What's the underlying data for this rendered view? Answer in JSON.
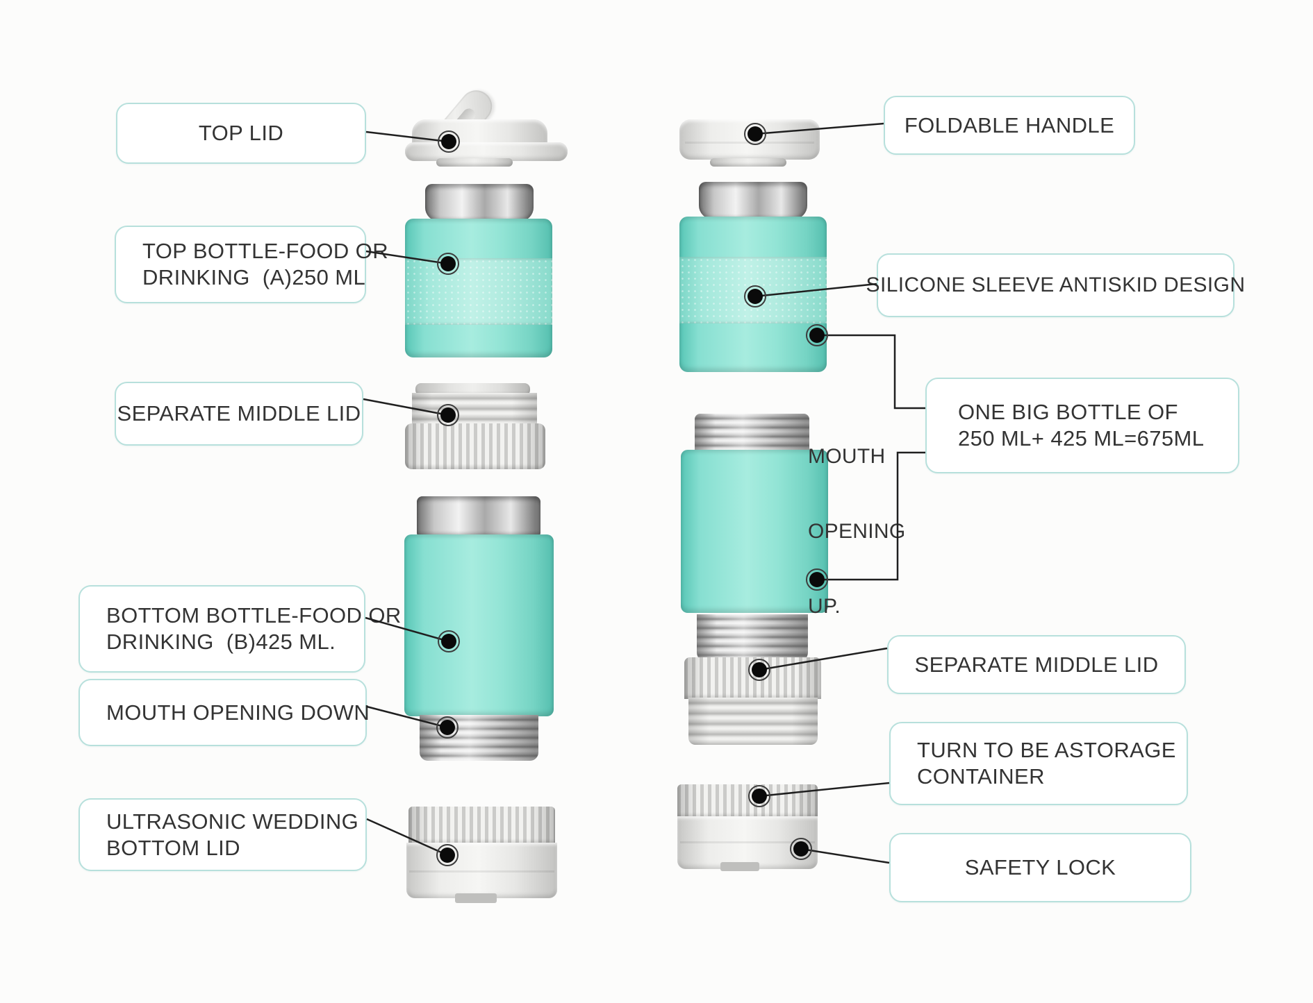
{
  "colors": {
    "background": "#fcfcfb",
    "box_border": "#b7e0dc",
    "label_text": "#333333",
    "leader_line": "#1f1f1f",
    "teal_body": "#8ae0d2",
    "teal_sleeve": "#b9efe4",
    "lid_gray": "#e9e9e7",
    "steel_gray": "#c0c0c0"
  },
  "left_column": {
    "labels": {
      "top_lid": "TOP LID",
      "top_bottle_line1": "TOP BOTTLE-FOOD OR",
      "top_bottle_line2": "DRINKING  (A)250 ML",
      "separate_middle_lid": "SEPARATE MIDDLE LID",
      "bottom_bottle_line1": "BOTTOM BOTTLE-FOOD OR",
      "bottom_bottle_line2": "DRINKING  (B)425 ML.",
      "mouth_opening_down": "MOUTH OPENING DOWN",
      "ultrasonic_line1": "ULTRASONIC WEDDING",
      "ultrasonic_line2": "BOTTOM LID"
    }
  },
  "right_column": {
    "labels": {
      "foldable_handle": "FOLDABLE HANDLE",
      "silicone_sleeve": "SILICONE SLEEVE ANTISKID DESIGN",
      "one_big_bottle_line1": "ONE BIG BOTTLE OF",
      "one_big_bottle_line2": "250 ML+ 425 ML=675ML",
      "mouth_opening_up_line1": "MOUTH",
      "mouth_opening_up_line2": "OPENING",
      "mouth_opening_up_line3": "UP.",
      "separate_middle_lid": "SEPARATE MIDDLE LID",
      "turn_storage_line1": "TURN TO BE ASTORAGE",
      "turn_storage_line2": "CONTAINER",
      "safety_lock": "SAFETY LOCK"
    }
  }
}
